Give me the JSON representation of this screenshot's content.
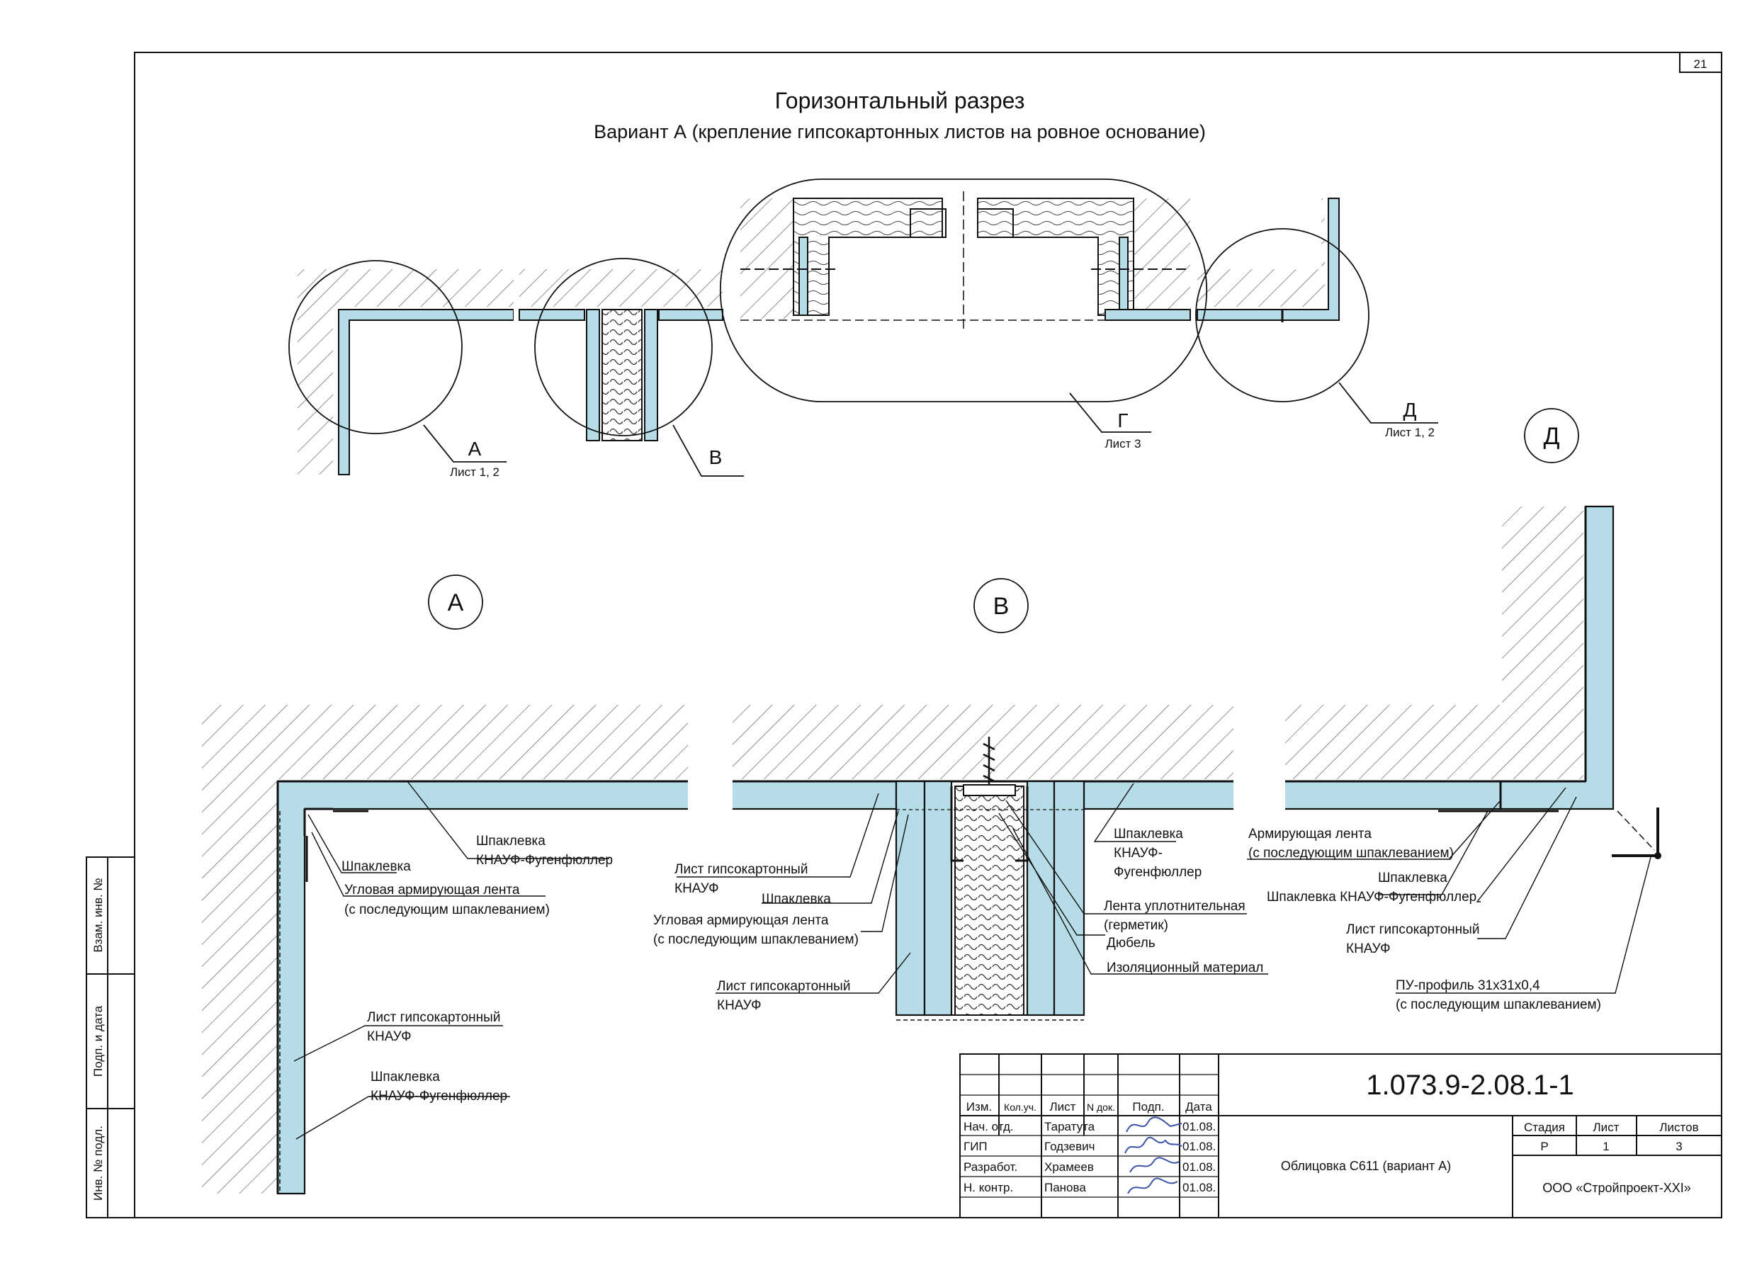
{
  "sheet_number": "21",
  "title": "Горизонтальный разрез",
  "subtitle": "Вариант А (крепление гипсокартонных листов на ровное основание)",
  "overview_callouts": [
    {
      "letter": "А",
      "ref": "Лист 1, 2"
    },
    {
      "letter": "В",
      "ref": ""
    },
    {
      "letter": "Г",
      "ref": "Лист 3"
    },
    {
      "letter": "Д",
      "ref": "Лист 1, 2"
    }
  ],
  "detail_markers": [
    "А",
    "В",
    "Д"
  ],
  "labels": {
    "a_putty_fug_1": "Шпаклевка",
    "a_putty_fug_2": "КНАУФ-Фугенфюллер",
    "a_putty": "Шпаклевка",
    "a_tape_1": "Угловая армирующая лента",
    "a_tape_2": "(с последующим шпаклеванием)",
    "a_sheet_1": "Лист гипсокартонный",
    "a_sheet_2": "КНАУФ",
    "a_putty2_1": "Шпаклевка",
    "a_putty2_2": "КНАУФ-Фугенфюллер",
    "b_sheet_1": "Лист гипсокартонный",
    "b_sheet_2": "КНАУФ",
    "b_putty": "Шпаклевка",
    "b_tape_1": "Угловая армирующая лента",
    "b_tape_2": "(с последующим шпаклеванием)",
    "b_sheet2_1": "Лист гипсокартонный",
    "b_sheet2_2": "КНАУФ",
    "b_putty_fug_1": "Шпаклевка",
    "b_putty_fug_2": "КНАУФ-",
    "b_putty_fug_3": "Фугенфюллер",
    "b_seal_1": "Лента уплотнительная",
    "b_seal_2": "(герметик)",
    "b_dowel": "Дюбель",
    "b_insul": "Изоляционный материал",
    "d_tape_1": "Армирующая лента",
    "d_tape_2": "(с последующим шпаклеванием)",
    "d_putty": "Шпаклевка",
    "d_putty_fug": "Шпаклевка КНАУФ-Фугенфюллер",
    "d_sheet_1": "Лист гипсокартонный",
    "d_sheet_2": "КНАУФ",
    "d_profile_1": "ПУ-профиль 31x31x0,4",
    "d_profile_2": "(с последующим шпаклеванием)"
  },
  "side_stamp": [
    "Взам. инв. №",
    "Подп. и дата",
    "Инв. № подл."
  ],
  "title_block": {
    "doc_code": "1.073.9-2.08.1-1",
    "doc_title": "Облицовка С611 (вариант А)",
    "organization": "ООО «Стройпроект-XXI»",
    "header": [
      "Изм.",
      "Кол.уч.",
      "Лист",
      "N док.",
      "Подп.",
      "Дата"
    ],
    "rows": [
      {
        "role": "Нач. отд.",
        "name": "Таратута",
        "date": "01.08."
      },
      {
        "role": "ГИП",
        "name": "Годзевич",
        "date": "01.08."
      },
      {
        "role": "Разработ.",
        "name": "Храмеев",
        "date": "01.08."
      },
      {
        "role": "Н. контр.",
        "name": "Панова",
        "date": "01.08."
      }
    ],
    "stage_headers": [
      "Стадия",
      "Лист",
      "Листов"
    ],
    "stage_values": [
      "Р",
      "1",
      "3"
    ]
  },
  "colors": {
    "board": "#b6dde7",
    "line": "#111111",
    "hatch": "#555555",
    "signature": "#3a55a8"
  }
}
